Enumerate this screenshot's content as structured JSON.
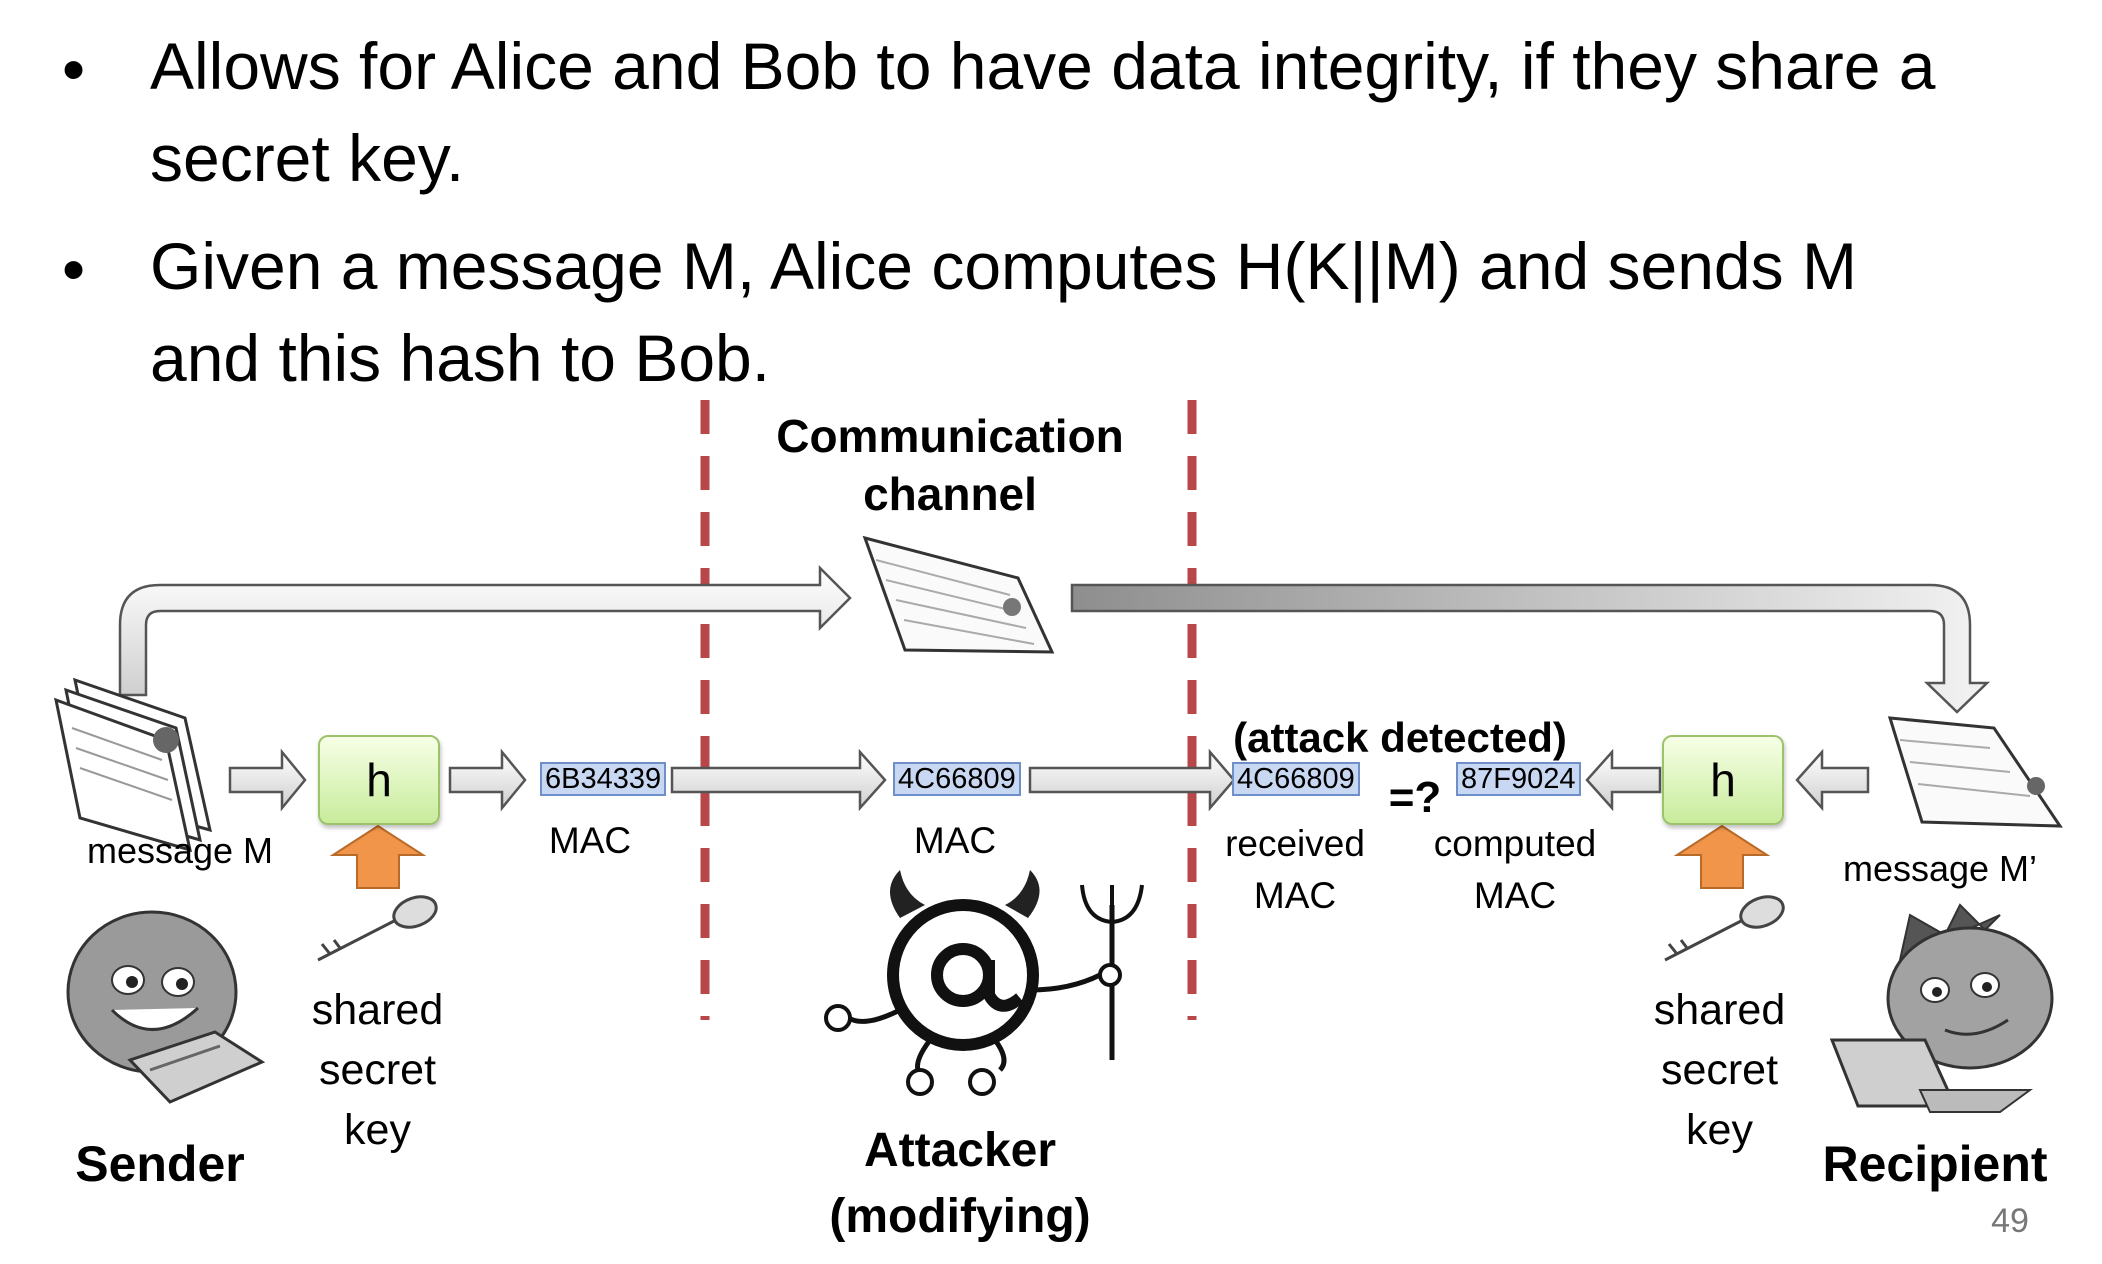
{
  "bullets": [
    {
      "symbol": "•",
      "line1": "Allows for Alice and Bob to have data integrity, if they share a",
      "line2": "secret key."
    },
    {
      "symbol": "•",
      "line1": "Given a message M, Alice computes H(K||M) and sends M",
      "line2": "and this hash to Bob."
    }
  ],
  "diagram": {
    "channel_label_1": "Communication",
    "channel_label_2": "channel",
    "sender": {
      "message_label": "message M",
      "hash_label": "h",
      "key_label_1": "shared",
      "key_label_2": "secret",
      "key_label_3": "key",
      "role": "Sender"
    },
    "mac_sent": {
      "value": "6B34339",
      "label": "MAC"
    },
    "attacker": {
      "mac_value": "4C66809",
      "mac_label": "MAC",
      "role_1": "Attacker",
      "role_2": "(modifying)"
    },
    "recipient": {
      "attack_detected": "(attack detected)",
      "received_value": "4C66809",
      "received_label_1": "received",
      "received_label_2": "MAC",
      "compare": "=?",
      "computed_value": "87F9024",
      "computed_label_1": "computed",
      "computed_label_2": "MAC",
      "hash_label": "h",
      "message_label": "message M’",
      "key_label_1": "shared",
      "key_label_2": "secret",
      "key_label_3": "key",
      "role": "Recipient"
    },
    "colors": {
      "divider": "#b8474a",
      "key_arrow": "#f0954a",
      "hash_box": "#d9f3b6",
      "mac_box": "#c9d8f2"
    }
  },
  "page_number": "49"
}
